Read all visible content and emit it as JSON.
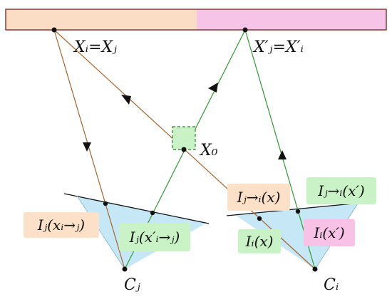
{
  "colors": {
    "orange": "#a8632c",
    "green": "#2f9a2f",
    "blue_fill": "#c6e8f6",
    "band_orange": "#fbdcc4",
    "band_pink": "#f6c4e6",
    "box_orange": "#fde0c8",
    "box_green": "#c9f3c6",
    "box_pink": "#f8c2e6"
  },
  "labels": {
    "xi_xj": "Xᵢ=Xⱼ",
    "xjp_xip": "X′ⱼ=X′ᵢ",
    "x0": "X₀",
    "cj": "Cⱼ",
    "ci": "Cᵢ",
    "box_ij_x": "Iⱼ(xᵢ→ⱼ)",
    "box_ij_xp": "Iⱼ(x′ᵢ→ⱼ)",
    "box_ji_x": "Iⱼ→ᵢ(x)",
    "box_ji_xp": "Iⱼ→ᵢ(x′)",
    "box_i_x": "Iᵢ(x)",
    "box_i_xp": "Iᵢ(x′)"
  }
}
